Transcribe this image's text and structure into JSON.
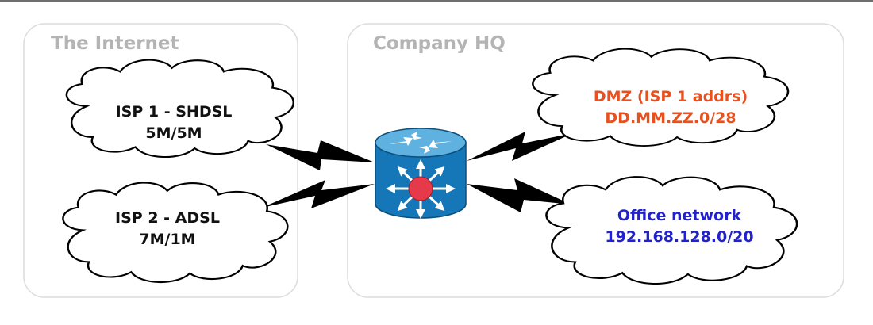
{
  "zones": {
    "internet": {
      "title": "The Internet"
    },
    "hq": {
      "title": "Company HQ"
    }
  },
  "clouds": {
    "isp1": {
      "line1": "ISP 1 - SHDSL",
      "line2": "5M/5M",
      "color": "#111111"
    },
    "isp2": {
      "line1": "ISP 2 - ADSL",
      "line2": "7M/1M",
      "color": "#111111"
    },
    "dmz": {
      "line1": "DMZ (ISP 1 addrs)",
      "line2": "DD.MM.ZZ.0/28",
      "color": "#e8501e"
    },
    "office": {
      "line1": "Office network",
      "line2": "192.168.128.0/20",
      "color": "#2222cc"
    }
  },
  "router": {
    "icon": "router-icon",
    "body_color": "#1577b7",
    "top_color": "#5fb1e0",
    "hub_color": "#e63a4b"
  },
  "links": {
    "icon": "lightning-link-icon",
    "color": "#000000"
  }
}
